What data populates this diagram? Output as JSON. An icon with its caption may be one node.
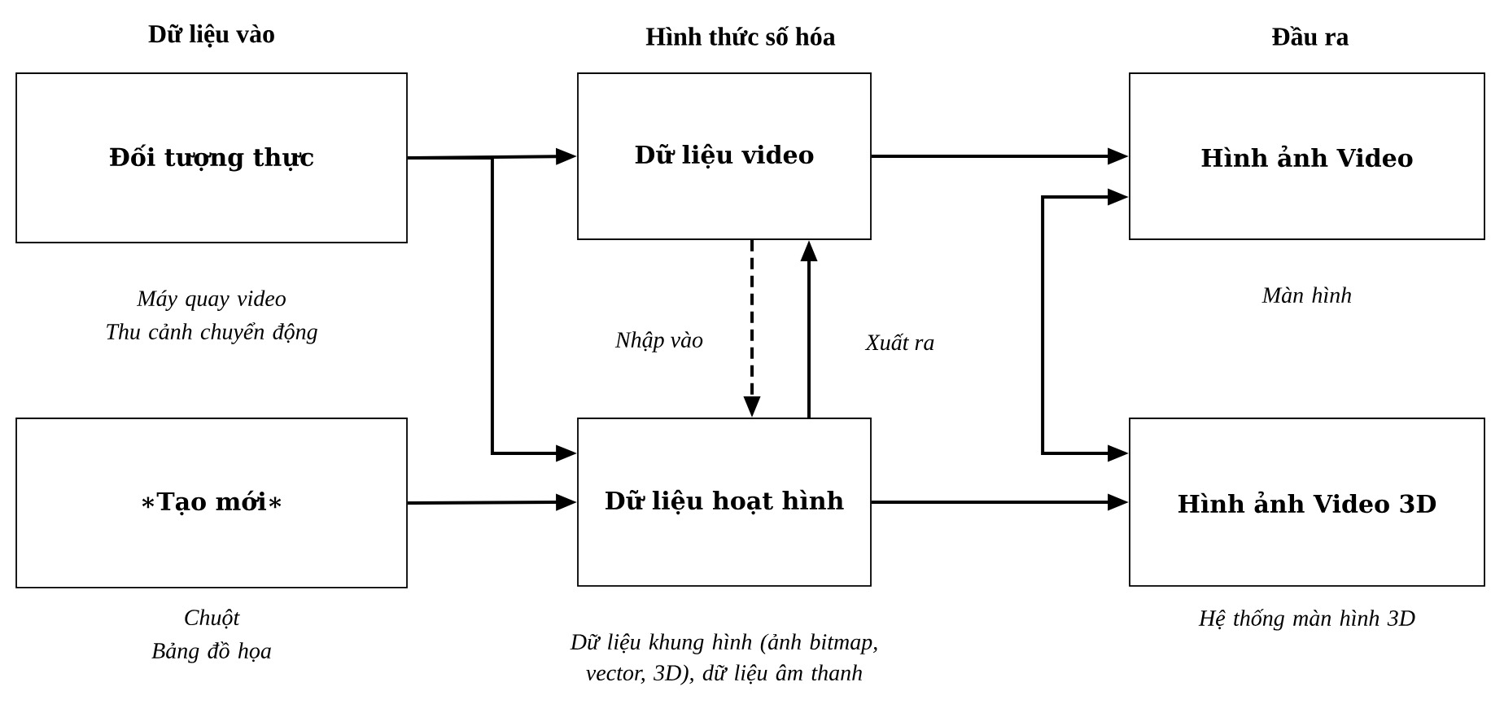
{
  "diagram": {
    "nodes": [
      {
        "text": [
          "Đối tượng thực"
        ],
        "beside": [
          "Máy quay video",
          "Thu cảnh chuyển động"
        ]
      },
      {
        "text": [
          "∗Tạo mới∗"
        ],
        "beside": [
          "Chuột",
          "Bảng đồ họa"
        ]
      },
      {
        "text": [
          "Dữ liệu video"
        ]
      },
      {
        "text": [
          "Dữ liệu hoạt hình"
        ],
        "beside": [
          "Dữ liệu khung hình (ảnh bitmap, vector, 3D), dữ liệu âm thanh"
        ]
      },
      {
        "text": [
          "Hình ảnh Video"
        ],
        "beside": [
          "Màn hình"
        ]
      },
      {
        "text": [
          "Hình ảnh Video 3D"
        ],
        "beside": [
          "Hệ thống màn hình 3D"
        ]
      }
    ],
    "edges": [
      {
        "from": 0,
        "to": 2,
        "arrow": "to"
      },
      {
        "from": 0,
        "to": 3,
        "arrow": "to"
      },
      {
        "from": 1,
        "to": 3,
        "arrow": "to"
      },
      {
        "from": 2,
        "to": 3,
        "arrow": "to",
        "style": "dashed",
        "label": "Nhập vào"
      },
      {
        "from": 3,
        "to": 2,
        "arrow": "to",
        "label": "Xuất ra"
      },
      {
        "from": 2,
        "to": 4,
        "arrow": "to"
      },
      {
        "from": 3,
        "to": 5,
        "arrow": "to"
      },
      {
        "from": 4,
        "to": 5,
        "arrow": "both"
      }
    ],
    "labels": [
      "Dữ liệu vào",
      "Hình thức số hóa",
      "Đầu ra"
    ]
  }
}
